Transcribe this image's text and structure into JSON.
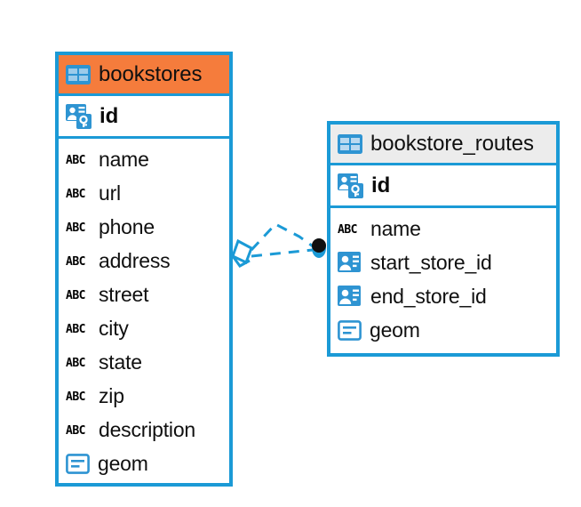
{
  "diagram": {
    "type": "entity-relationship-diagram",
    "background_color": "#FFFFFF",
    "accent_blue": "#1B9AD6",
    "accent_orange": "#F57C3C",
    "header_grey": "#ECECEC",
    "text_color": "#101010"
  },
  "entities": [
    {
      "name": "bookstores",
      "header_color": "#F57C3C",
      "title_icon": "table-icon",
      "primary_key": {
        "label": "id",
        "icon": "primary-key-icon"
      },
      "fields": [
        {
          "label": "name",
          "icon": "abc-icon",
          "type_glyph": "ABC"
        },
        {
          "label": "url",
          "icon": "abc-icon",
          "type_glyph": "ABC"
        },
        {
          "label": "phone",
          "icon": "abc-icon",
          "type_glyph": "ABC"
        },
        {
          "label": "address",
          "icon": "abc-icon",
          "type_glyph": "ABC"
        },
        {
          "label": "street",
          "icon": "abc-icon",
          "type_glyph": "ABC"
        },
        {
          "label": "city",
          "icon": "abc-icon",
          "type_glyph": "ABC"
        },
        {
          "label": "state",
          "icon": "abc-icon",
          "type_glyph": "ABC"
        },
        {
          "label": "zip",
          "icon": "abc-icon",
          "type_glyph": "ABC"
        },
        {
          "label": "description",
          "icon": "abc-icon",
          "type_glyph": "ABC"
        },
        {
          "label": "geom",
          "icon": "geometry-icon",
          "type_glyph": ""
        }
      ]
    },
    {
      "name": "bookstore_routes",
      "header_color": "#ECECEC",
      "title_icon": "table-icon",
      "primary_key": {
        "label": "id",
        "icon": "primary-key-icon"
      },
      "fields": [
        {
          "label": "name",
          "icon": "abc-icon",
          "type_glyph": "ABC"
        },
        {
          "label": "start_store_id",
          "icon": "foreign-key-icon",
          "type_glyph": ""
        },
        {
          "label": "end_store_id",
          "icon": "foreign-key-icon",
          "type_glyph": ""
        },
        {
          "label": "geom",
          "icon": "geometry-icon",
          "type_glyph": ""
        }
      ]
    }
  ],
  "relationships": [
    {
      "name": "bookstores-to-bookstore-routes",
      "from_entity": "bookstores",
      "to_entity": "bookstore_routes",
      "line_style": "dashed",
      "line_color": "#1B9AD6",
      "source_marker": "diamond-marker",
      "target_marker": "filled-circle-marker",
      "target_marker_color": "#101010",
      "edge_count": 2
    }
  ]
}
